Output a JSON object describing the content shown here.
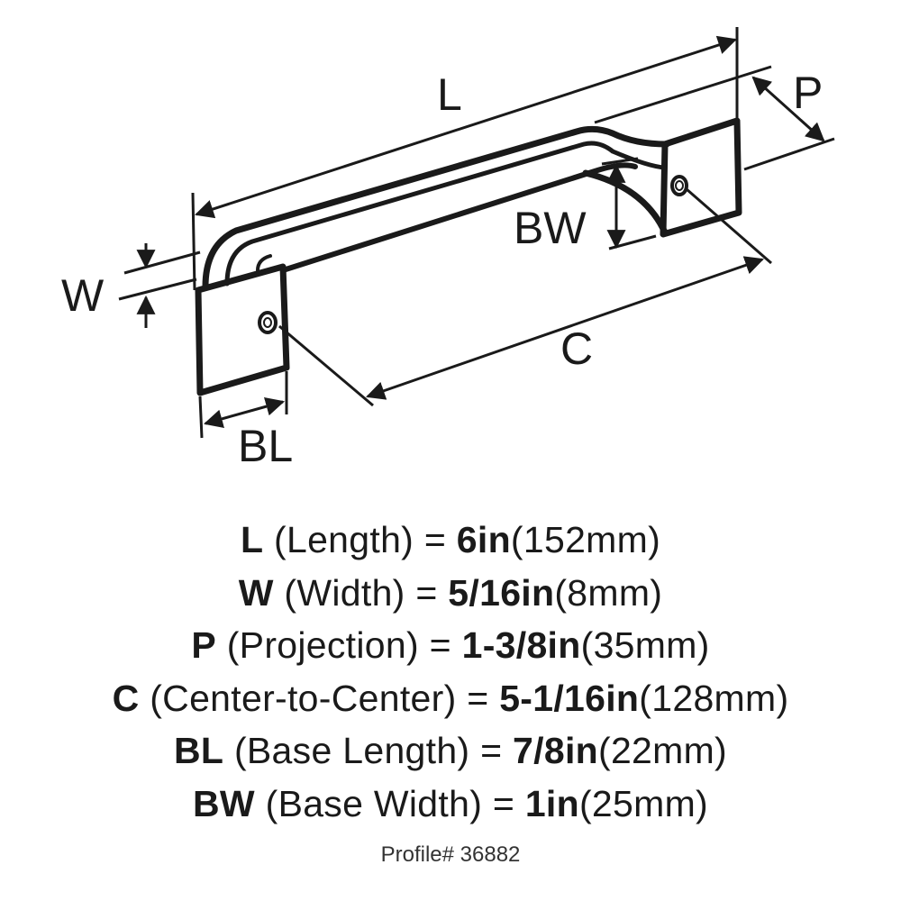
{
  "diagram": {
    "labels": {
      "L": "L",
      "P": "P",
      "BW": "BW",
      "W": "W",
      "C": "C",
      "BL": "BL"
    }
  },
  "specs": [
    {
      "code": "L",
      "name": "(Length)",
      "eq": "=",
      "imperial": "6in",
      "metric": "(152mm)"
    },
    {
      "code": "W",
      "name": "(Width)",
      "eq": "=",
      "imperial": "5/16in",
      "metric": "(8mm)"
    },
    {
      "code": "P",
      "name": "(Projection)",
      "eq": "=",
      "imperial": "1-3/8in",
      "metric": "(35mm)"
    },
    {
      "code": "C",
      "name": "(Center-to-Center)",
      "eq": "=",
      "imperial": "5-1/16in",
      "metric": "(128mm)"
    },
    {
      "code": "BL",
      "name": "(Base Length)",
      "eq": "=",
      "imperial": "7/8in",
      "metric": "(22mm)"
    },
    {
      "code": "BW",
      "name": "(Base Width)",
      "eq": "=",
      "imperial": "1in",
      "metric": "(25mm)"
    }
  ],
  "footer": {
    "profile": "Profile# 36882"
  }
}
